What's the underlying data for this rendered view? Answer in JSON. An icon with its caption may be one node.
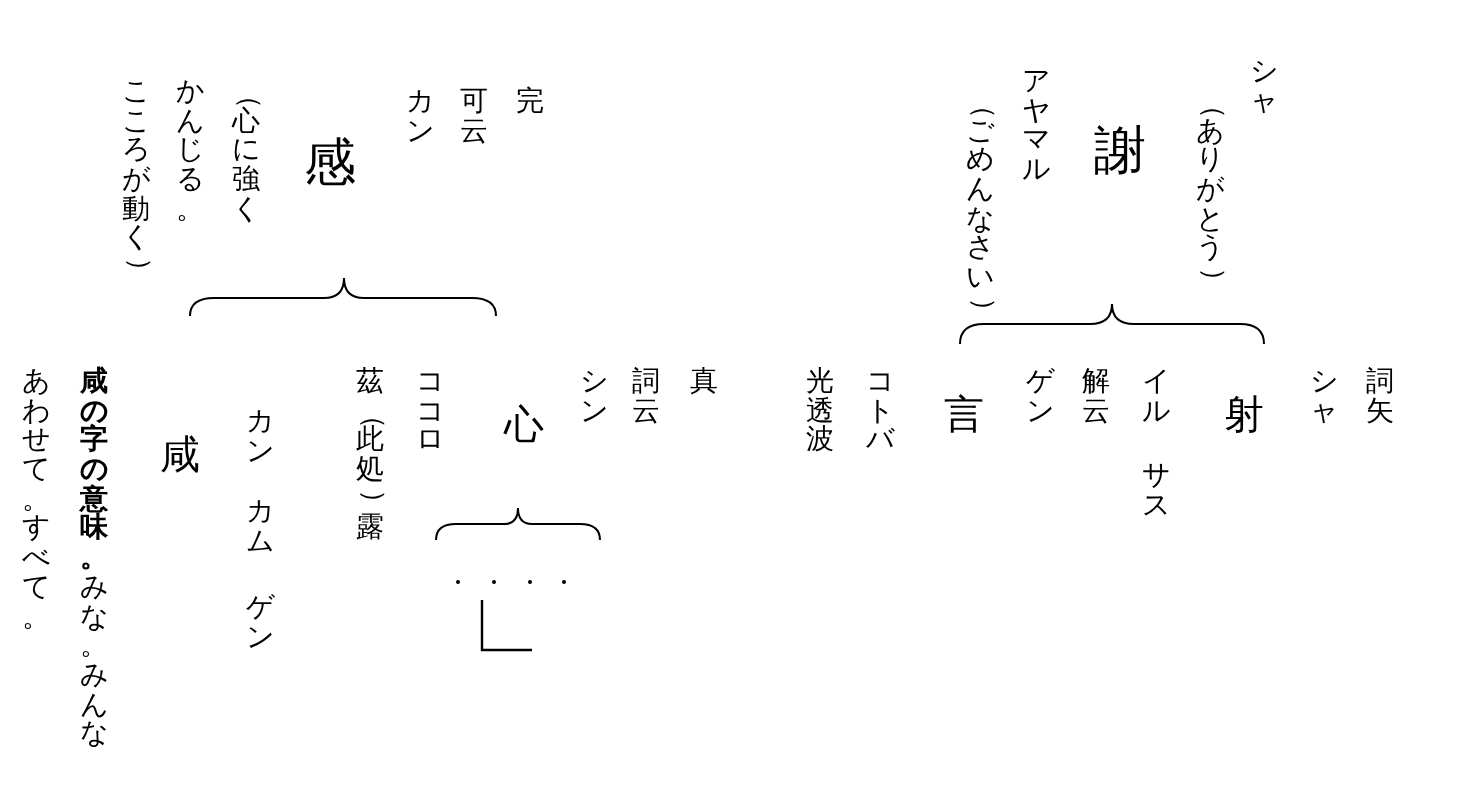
{
  "diagram": {
    "labels": [
      "シャ",
      "（ありがとう）",
      "謝",
      "アヤマル",
      "（ごめんなさい）",
      "完",
      "可云",
      "カン",
      "感",
      "（心に強く",
      "かんじる。",
      "こころが動く）",
      "詞矢",
      "シャ",
      "射",
      "イル",
      "サス",
      "解云",
      "ゲン",
      "言",
      "コトバ",
      "光透波",
      "真",
      "詞云",
      "シン",
      "心",
      "ココロ",
      "茲（此処）露",
      "カン",
      "カム",
      "ゲン",
      "咸",
      "**咸の字の意味。**みな。みんな",
      "あわせて。すべて。"
    ]
  }
}
